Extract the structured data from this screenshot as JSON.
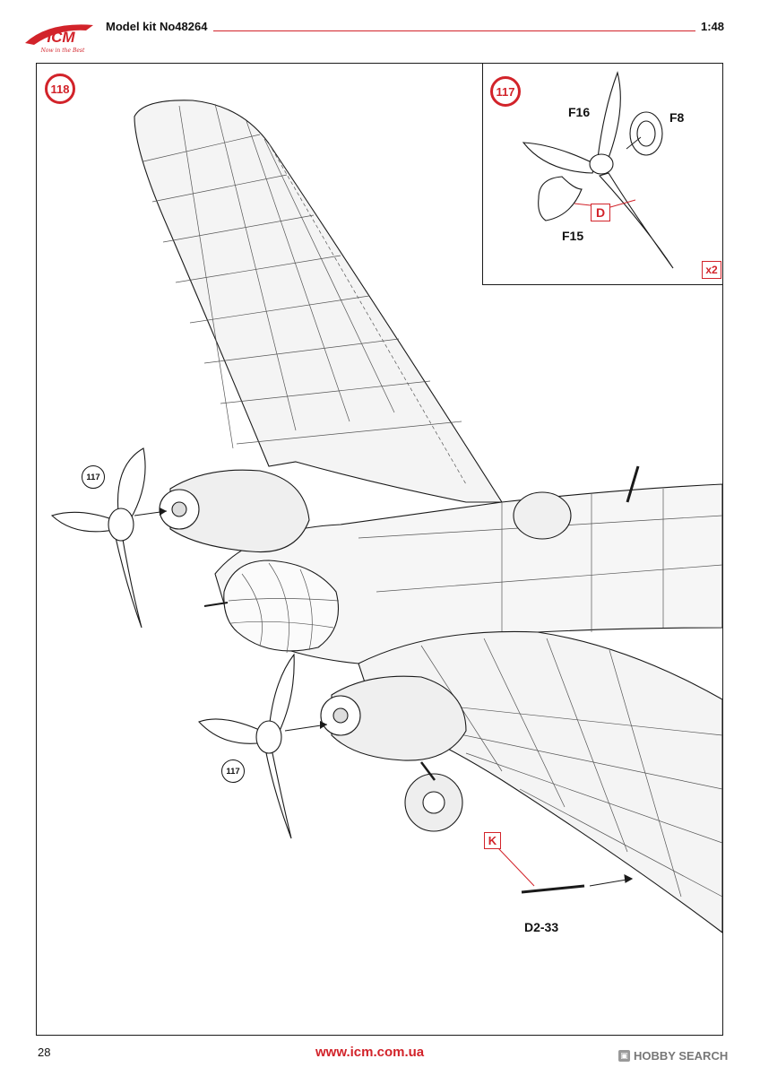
{
  "header": {
    "title": "Model kit No48264",
    "scale": "1:48"
  },
  "logo": {
    "text": "ICM",
    "tagline": "Now in the Best"
  },
  "steps": {
    "main": "118",
    "inset": "117"
  },
  "refs": {
    "top_propeller": "117",
    "bottom_propeller": "117"
  },
  "inset": {
    "part_labels": {
      "blade": "F16",
      "hub": "F8",
      "spinner": "F15"
    },
    "paint_code": "D",
    "quantity": "x2"
  },
  "main": {
    "paint_code": "K",
    "antenna_part": "D2-33"
  },
  "footer": {
    "page_number": "28",
    "url": "www.icm.com.ua",
    "watermark": "HOBBY SEARCH"
  },
  "colors": {
    "accent_red": "#d2232a",
    "line": "#1a1a1a"
  }
}
